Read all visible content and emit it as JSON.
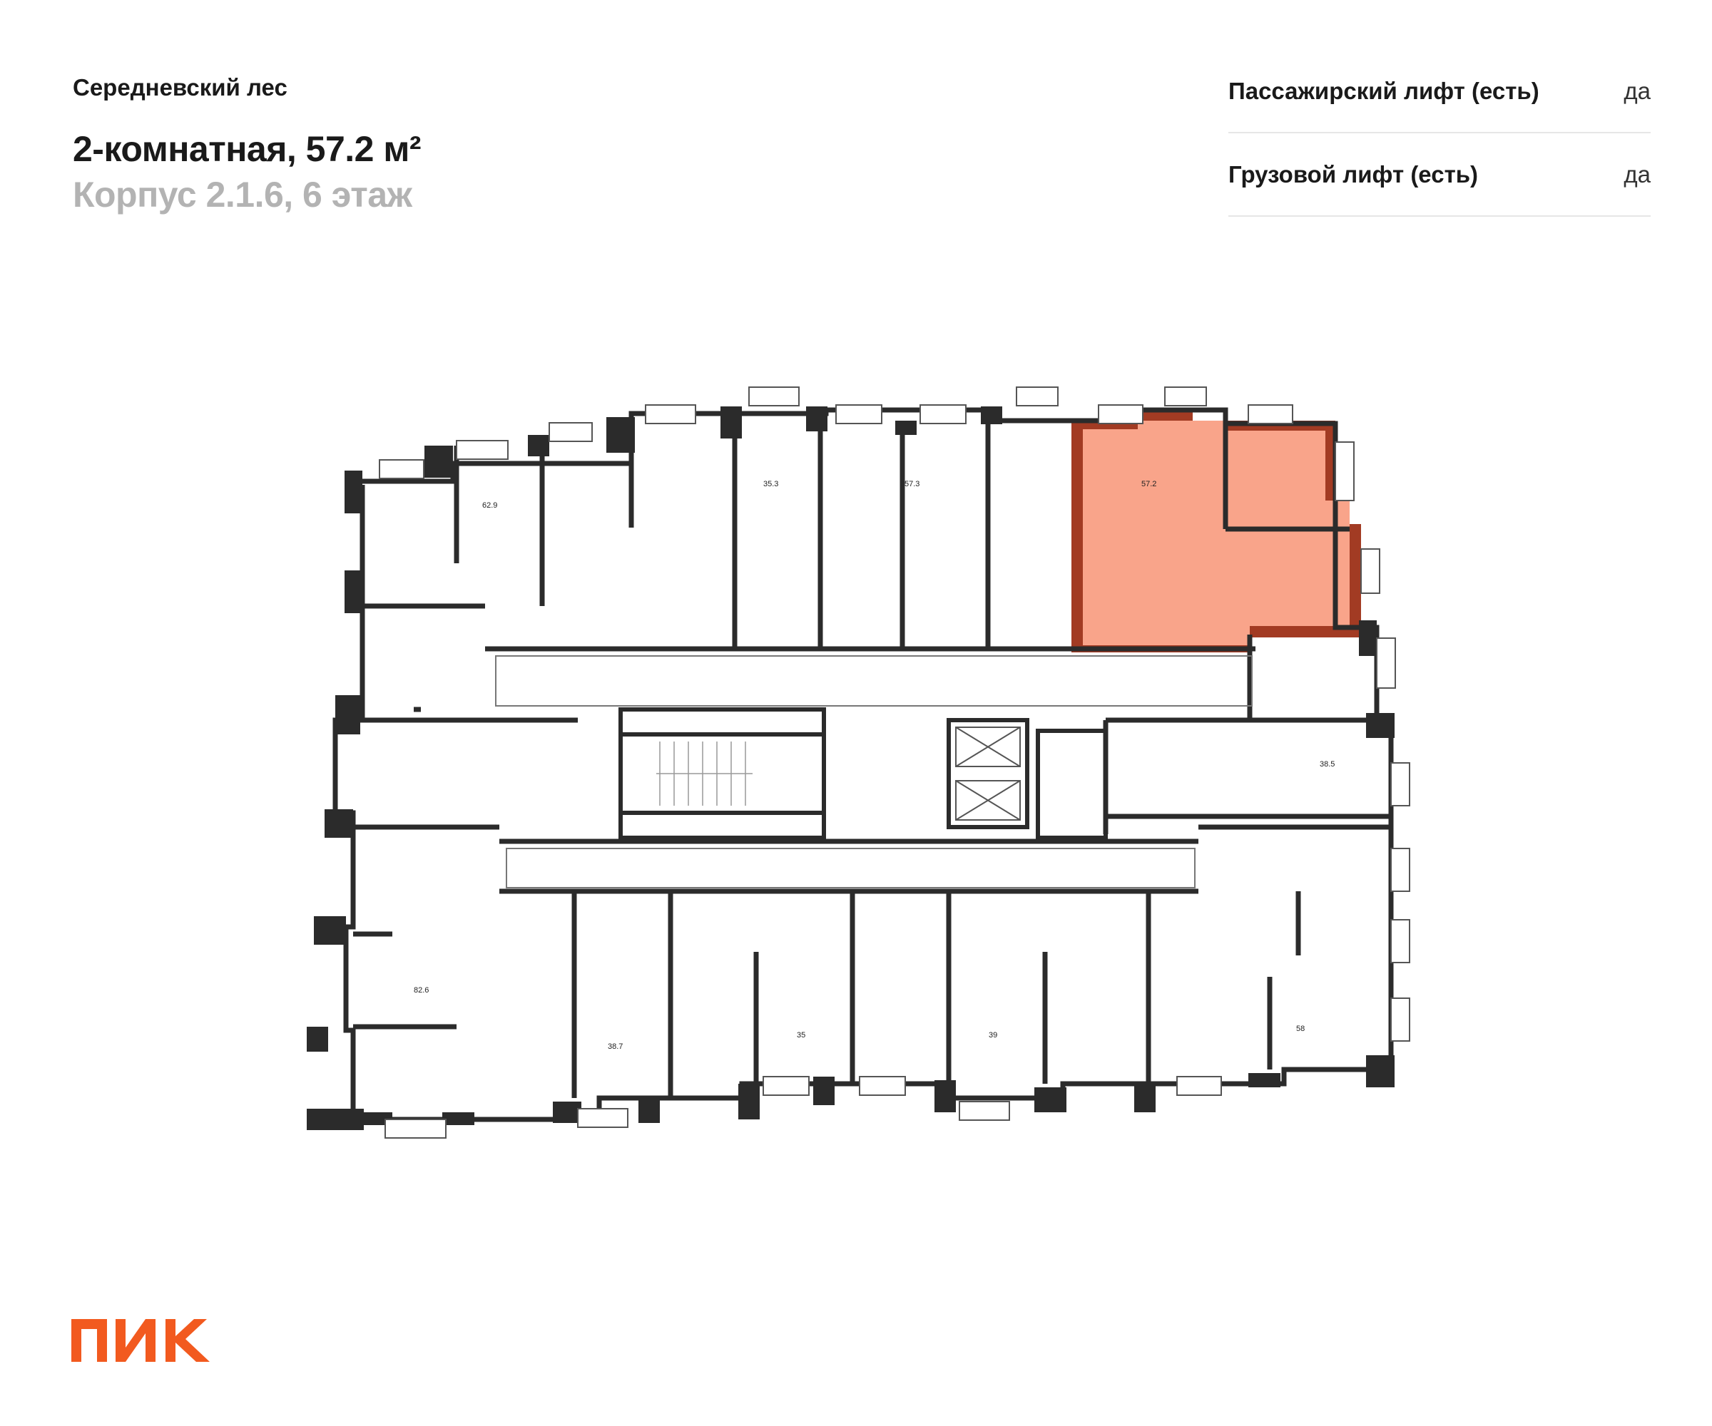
{
  "header": {
    "project_name": "Середневский лес",
    "apartment_title": "2-комнатная, 57.2 м²",
    "building_floor": "Корпус 2.1.6, 6 этаж"
  },
  "features": [
    {
      "label": "Пассажирский лифт (есть)",
      "value": "да"
    },
    {
      "label": "Грузовой лифт (есть)",
      "value": "да"
    }
  ],
  "plan": {
    "highlight_color": "#f9a48a",
    "highlight_wall_color": "#a23b23",
    "room_areas": [
      "62.9",
      "35.3",
      "57.3",
      "57.2",
      "38.5",
      "82.6",
      "38.7",
      "35",
      "39",
      "58"
    ]
  },
  "brand": {
    "logo_text": "ПИК",
    "logo_color": "#f25a1f"
  }
}
